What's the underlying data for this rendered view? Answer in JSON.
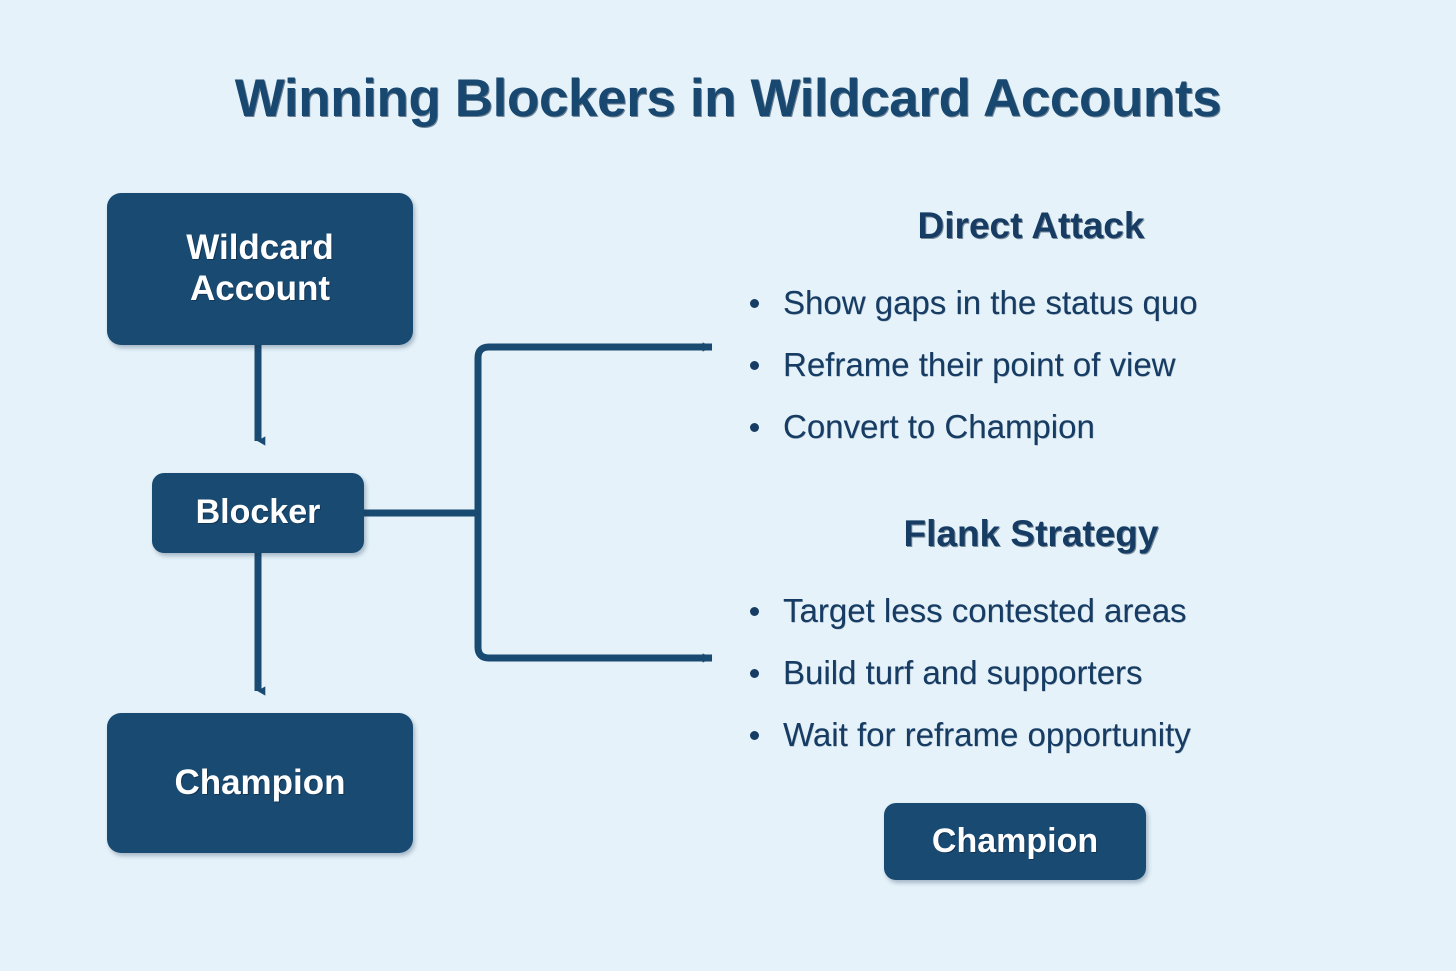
{
  "page": {
    "title": "Winning Blockers in Wildcard Accounts",
    "background_color": "#e5f2fa",
    "accent_color": "#194a72",
    "text_color": "#173c63"
  },
  "flow": {
    "nodes": [
      {
        "id": "wildcard-account",
        "label": "Wildcard\nAccount",
        "line1": "Wildcard",
        "line2": "Account"
      },
      {
        "id": "blocker",
        "label": "Blocker"
      },
      {
        "id": "champion-left",
        "label": "Champion"
      },
      {
        "id": "champion-right",
        "label": "Champion"
      }
    ],
    "connectors": [
      {
        "from": "wildcard-account",
        "to": "blocker",
        "type": "arrow-down"
      },
      {
        "from": "blocker",
        "to": "champion-left",
        "type": "arrow-down"
      },
      {
        "from": "blocker",
        "to": "direct-attack",
        "type": "elbow-arrow-right"
      },
      {
        "from": "blocker",
        "to": "flank-strategy",
        "type": "elbow-arrow-right"
      }
    ]
  },
  "strategies": [
    {
      "id": "direct-attack",
      "heading": "Direct Attack",
      "bullets": [
        "Show gaps in the status quo",
        "Reframe their point of view",
        "Convert to Champion"
      ]
    },
    {
      "id": "flank-strategy",
      "heading": "Flank Strategy",
      "bullets": [
        "Target less contested areas",
        "Build turf and supporters",
        "Wait for reframe opportunity"
      ]
    }
  ]
}
